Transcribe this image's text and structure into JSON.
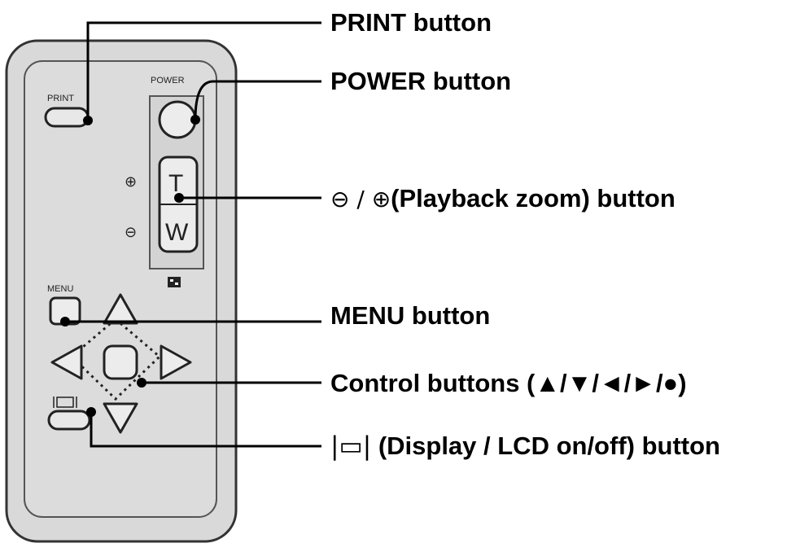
{
  "remote": {
    "print_label": "PRINT",
    "power_label": "POWER",
    "zoom_in_symbol": "⊕",
    "zoom_out_symbol": "⊖",
    "zoom_t_label": "T",
    "zoom_w_label": "W",
    "menu_label": "MENU"
  },
  "callouts": {
    "print": "PRINT button",
    "power": "POWER button",
    "zoom_icons": "⊖ / ⊕",
    "zoom": "(Playback zoom) button",
    "menu": "MENU button",
    "control": "Control buttons (▲/▼/◄/►/●)",
    "display_icon": "|▭|",
    "display": "(Display / LCD on/off) button"
  },
  "colors": {
    "remote_body": "#d9d9d9",
    "remote_panel": "#cfcfcf",
    "outline": "#333333",
    "leader": "#000000"
  }
}
